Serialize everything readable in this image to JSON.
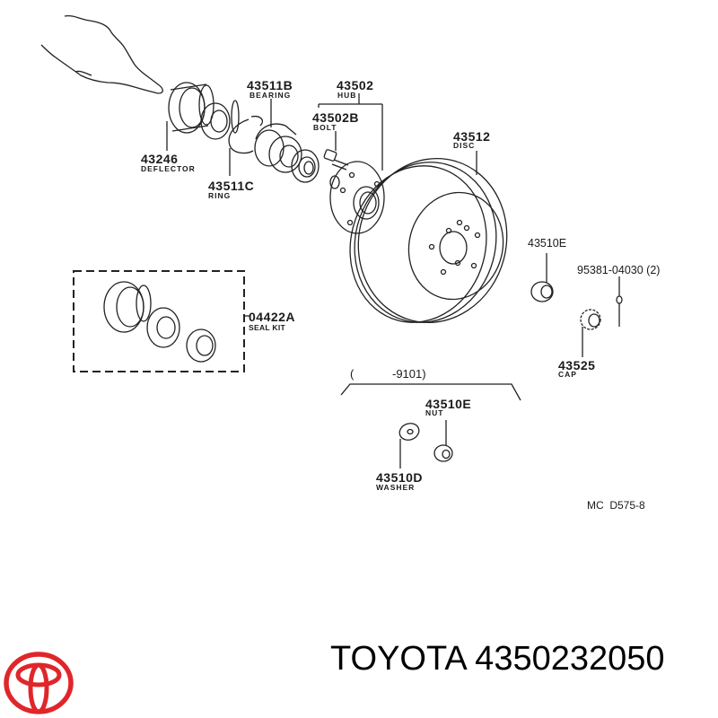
{
  "diagram": {
    "parts": [
      {
        "number": "43246",
        "name": "DEFLECTOR"
      },
      {
        "number": "43511B",
        "name": "BEARING"
      },
      {
        "number": "43502",
        "name": "HUB"
      },
      {
        "number": "43502B",
        "name": "BOLT"
      },
      {
        "number": "43511C",
        "name": "RING"
      },
      {
        "number": "43512",
        "name": "DISC"
      },
      {
        "number": "43510E",
        "name": ""
      },
      {
        "number": "95381-04030 (2)",
        "name": ""
      },
      {
        "number": "04422A",
        "name": "SEAL KIT"
      },
      {
        "number": "43525",
        "name": "CAP"
      },
      {
        "number": "43510E",
        "name": "NUT"
      },
      {
        "number": "43510D",
        "name": "WASHER"
      }
    ],
    "range_label_open": "(",
    "range_label_end": "-9101)",
    "drawing_code": "MC  D575-8"
  },
  "footer": {
    "brand": "TOYOTA",
    "part_number": "4350232050",
    "title": "TOYOTA 4350232050",
    "logo_color": "#e0262b"
  }
}
